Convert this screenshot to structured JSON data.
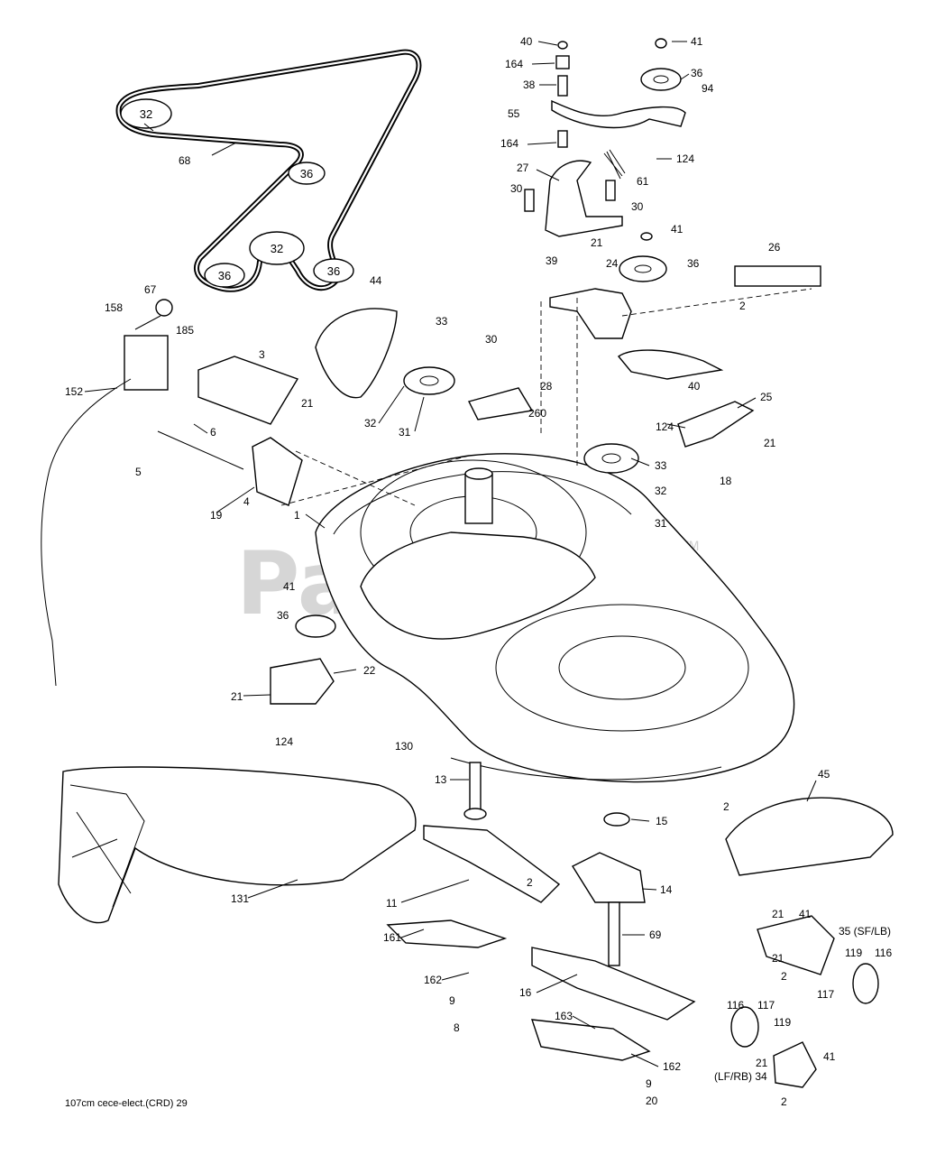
{
  "watermark": {
    "brand": "PartsTree",
    "tm": "TM"
  },
  "footer": {
    "text": "107cm  cece-elect.(CRD)  29"
  },
  "belt_labels": [
    "32",
    "36",
    "32",
    "36",
    "36"
  ],
  "callouts": [
    "40",
    "41",
    "164",
    "36",
    "94",
    "38",
    "55",
    "164",
    "124",
    "27",
    "61",
    "30",
    "30",
    "30",
    "41",
    "21",
    "39",
    "24",
    "36",
    "26",
    "2",
    "67",
    "158",
    "185",
    "44",
    "33",
    "30",
    "3",
    "152",
    "21",
    "21",
    "28",
    "32",
    "31",
    "260",
    "6",
    "124",
    "40",
    "25",
    "5",
    "21",
    "19",
    "4",
    "33",
    "18",
    "32",
    "1",
    "31",
    "41",
    "36",
    "22",
    "21",
    "124",
    "130",
    "13",
    "45",
    "2",
    "15",
    "2",
    "11",
    "14",
    "131",
    "69",
    "21",
    "41",
    "35 (SF/LB)",
    "21",
    "119",
    "116",
    "161",
    "2",
    "117",
    "162",
    "9",
    "16",
    "8",
    "116",
    "117",
    "119",
    "163",
    "162",
    "21",
    "41",
    "(LF/RB) 34",
    "9",
    "2",
    "20"
  ],
  "callout_text": {
    "68": "68"
  }
}
